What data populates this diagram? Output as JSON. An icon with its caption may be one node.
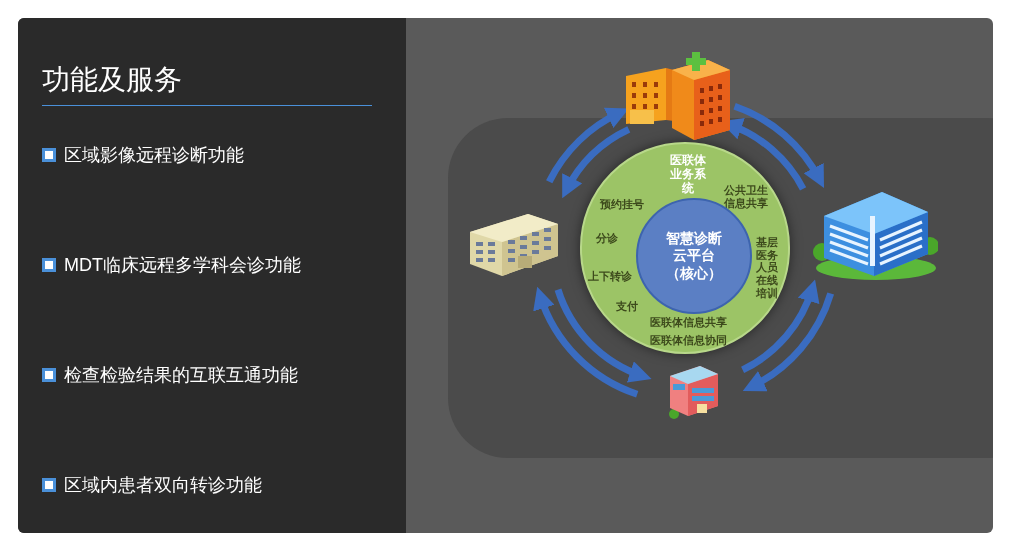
{
  "diagram": {
    "title": "功能及服务",
    "nodes": [
      {
        "text": [
          "医联体业务系统",
          "预约挂号",
          "公共卫生信息共享",
          "分诊",
          "基层医务人员在线培训",
          "上下转诊",
          "支付",
          "医联体信息共享",
          "医联体信息协同"
        ]
      },
      {
        "text": [
          "智慧诊断云平台",
          "（核心）"
        ],
        "in": 0
      },
      {
        "text": [],
        "shape": "picture"
      },
      {
        "text": [],
        "shape": "picture"
      },
      {
        "text": [],
        "shape": "picture"
      },
      {
        "text": [],
        "shape": "picture"
      }
    ],
    "edges": [
      {
        "from": 5,
        "to": 2,
        "arrow": "to"
      },
      {
        "from": 2,
        "to": 5,
        "arrow": "to"
      },
      {
        "from": 3,
        "to": 2,
        "arrow": "to"
      },
      {
        "from": 2,
        "to": 3,
        "arrow": "to"
      },
      {
        "from": 4,
        "to": 3,
        "arrow": "to"
      },
      {
        "from": 3,
        "to": 4,
        "arrow": "to"
      },
      {
        "from": 4,
        "to": 5,
        "arrow": "to"
      },
      {
        "from": 5,
        "to": 4,
        "arrow": "to"
      }
    ],
    "labels": [
      "区域影像远程诊断功能",
      "MDT临床远程多学科会诊功能",
      "检查检验结果的互联互通功能",
      "区域内患者双向转诊功能"
    ]
  }
}
